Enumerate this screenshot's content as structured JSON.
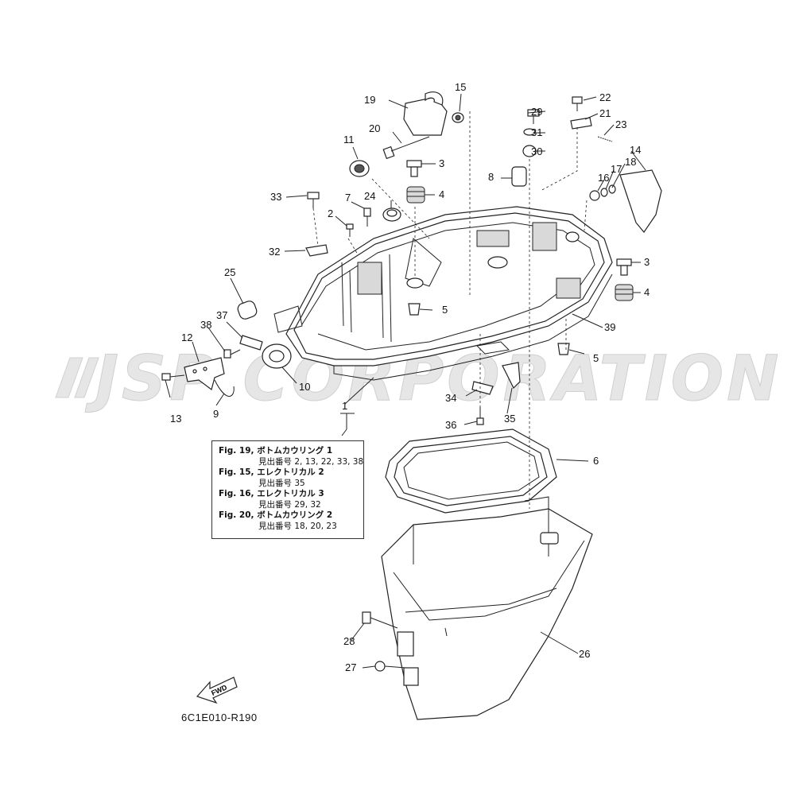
{
  "watermark": {
    "text": "JSP CORPORATION"
  },
  "diagram_code": "6C1E010-R190",
  "fwd_label": "FWD",
  "reference_box": {
    "lines": [
      {
        "fig": "Fig. 19, ボトムカウリング 1",
        "ref": "見出番号 2, 13, 22, 33, 38"
      },
      {
        "fig": "Fig. 15, エレクトリカル 2",
        "ref": "見出番号 35"
      },
      {
        "fig": "Fig. 16, エレクトリカル 3",
        "ref": "見出番号 29, 32"
      },
      {
        "fig": "Fig. 20, ボトムカウリング 2",
        "ref": "見出番号 18, 20, 23"
      }
    ]
  },
  "callouts": {
    "c1": "1",
    "c2": "2",
    "c3a": "3",
    "c3b": "3",
    "c4a": "4",
    "c4b": "4",
    "c5a": "5",
    "c5b": "5",
    "c6": "6",
    "c7": "7",
    "c8": "8",
    "c9": "9",
    "c10": "10",
    "c11": "11",
    "c12": "12",
    "c13": "13",
    "c14": "14",
    "c15": "15",
    "c16": "16",
    "c17": "17",
    "c18": "18",
    "c19": "19",
    "c20": "20",
    "c21": "21",
    "c22": "22",
    "c23": "23",
    "c24": "24",
    "c25": "25",
    "c26": "26",
    "c27": "27",
    "c28": "28",
    "c29": "29",
    "c30": "30",
    "c31": "31",
    "c32": "32",
    "c33": "33",
    "c34": "34",
    "c35": "35",
    "c36": "36",
    "c37": "37",
    "c38": "38",
    "c39": "39"
  }
}
